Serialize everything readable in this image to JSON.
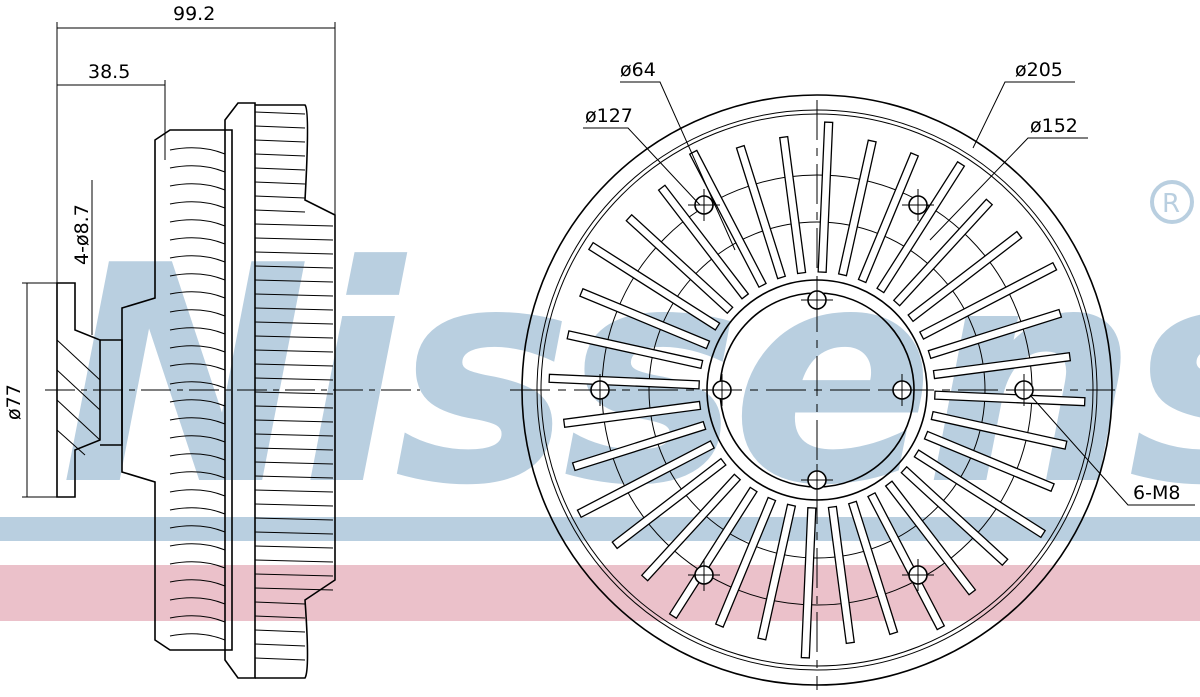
{
  "watermark": {
    "brand": "Nissens",
    "registered_mark": "®",
    "band_blue": "#b9cfe0",
    "band_pink": "#ebc1ca"
  },
  "side_view": {
    "dims": {
      "overall_length": "99.2",
      "hub_length": "38.5",
      "bolt_holes": "4-ø8.7",
      "pilot_diameter": "ø77"
    }
  },
  "front_view": {
    "dims": {
      "hub_diameter": "ø64",
      "bolt_circle": "ø127",
      "outer_diameter": "ø205",
      "mount_diameter": "ø152",
      "threaded_holes": "6-M8"
    },
    "fin_count": 36
  }
}
